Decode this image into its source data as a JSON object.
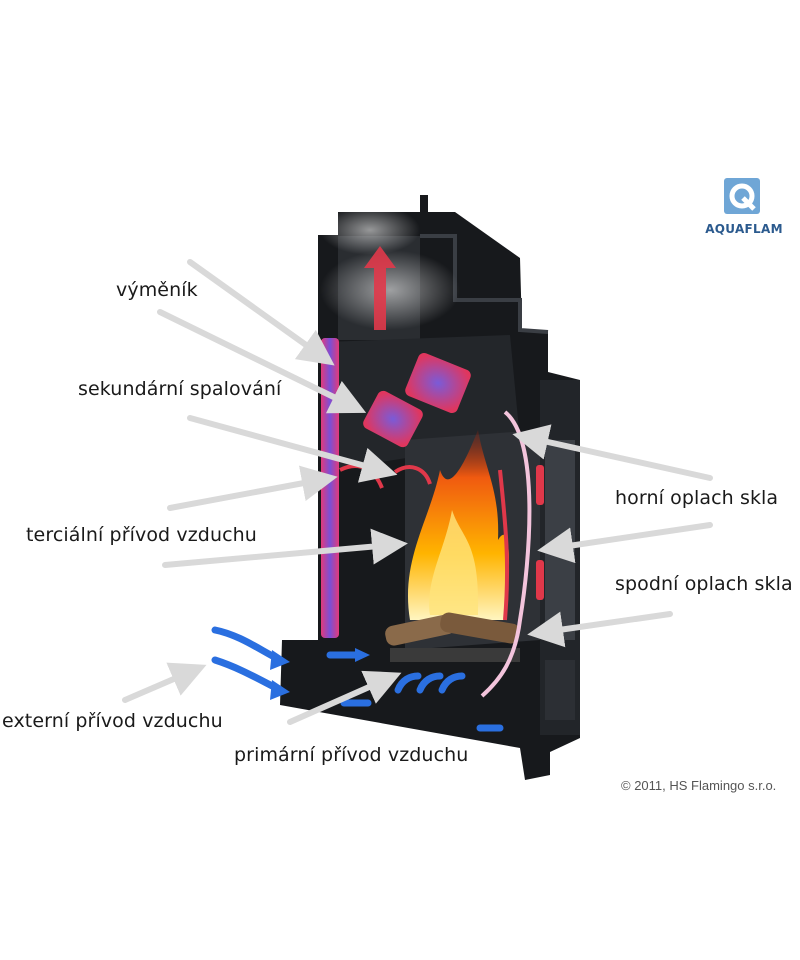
{
  "labels": {
    "vymenik": "výměník",
    "sekundarni": "sekundární spalování",
    "tercialni": "terciální přívod vzduchu",
    "externi": "externí přívod vzduchu",
    "primarni": "primární přívod vzduchu",
    "horni": "horní oplach skla",
    "spodni": "spodní oplach skla"
  },
  "logo": {
    "name": "AQUAFLAM",
    "icon": "aquaflam-q-logo"
  },
  "copyright": "© 2011, HS Flamingo s.r.o.",
  "colors": {
    "stove": "#17191c",
    "hot_air": "#e0384a",
    "cold_air": "#2a6fe0",
    "heat_exchanger": "#8a4fbf",
    "flame": "#f4a21c",
    "pointer": "#d9d9d9"
  }
}
